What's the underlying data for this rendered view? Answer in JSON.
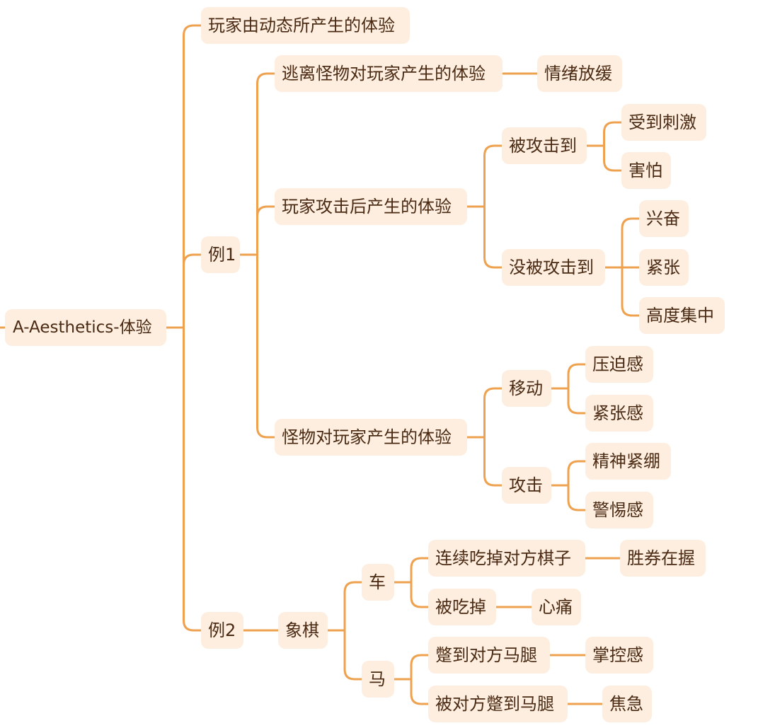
{
  "colors": {
    "line": "#eea24f",
    "node_fill": "#fdeee0",
    "text": "#4a2a12"
  },
  "root": {
    "label": "A-Aesthetics-体验",
    "children": [
      {
        "label": "玩家由动态所产生的体验"
      },
      {
        "label": "例1",
        "children": [
          {
            "label": "逃离怪物对玩家产生的体验",
            "children": [
              {
                "label": "情绪放缓"
              }
            ]
          },
          {
            "label": "玩家攻击后产生的体验",
            "children": [
              {
                "label": "被攻击到",
                "children": [
                  {
                    "label": "受到刺激"
                  },
                  {
                    "label": "害怕"
                  }
                ]
              },
              {
                "label": "没被攻击到",
                "children": [
                  {
                    "label": "兴奋"
                  },
                  {
                    "label": "紧张"
                  },
                  {
                    "label": "高度集中"
                  }
                ]
              }
            ]
          },
          {
            "label": "怪物对玩家产生的体验",
            "children": [
              {
                "label": "移动",
                "children": [
                  {
                    "label": "压迫感"
                  },
                  {
                    "label": "紧张感"
                  }
                ]
              },
              {
                "label": "攻击",
                "children": [
                  {
                    "label": "精神紧绷"
                  },
                  {
                    "label": "警惕感"
                  }
                ]
              }
            ]
          }
        ]
      },
      {
        "label": "例2",
        "children": [
          {
            "label": "象棋",
            "children": [
              {
                "label": "车",
                "children": [
                  {
                    "label": "连续吃掉对方棋子",
                    "children": [
                      {
                        "label": "胜券在握"
                      }
                    ]
                  },
                  {
                    "label": "被吃掉",
                    "children": [
                      {
                        "label": "心痛"
                      }
                    ]
                  }
                ]
              },
              {
                "label": "马",
                "children": [
                  {
                    "label": "蹩到对方马腿",
                    "children": [
                      {
                        "label": "掌控感"
                      }
                    ]
                  },
                  {
                    "label": "被对方蹩到马腿",
                    "children": [
                      {
                        "label": "焦急"
                      }
                    ]
                  }
                ]
              }
            ]
          }
        ]
      }
    ]
  }
}
